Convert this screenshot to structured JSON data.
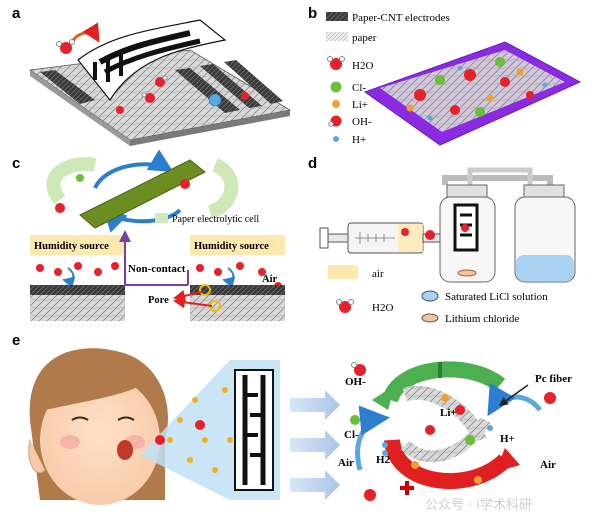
{
  "panels": {
    "a": {
      "letter": "a"
    },
    "b": {
      "letter": "b",
      "legend": [
        {
          "label": "Paper-CNT electrodes",
          "icon": "cnt-electrode"
        },
        {
          "label": "paper",
          "icon": "paper"
        },
        {
          "label": "H2O",
          "icon": "water-molecule"
        },
        {
          "label": "Cl-",
          "icon": "chloride-ion",
          "color": "#6abf3a"
        },
        {
          "label": "Li+",
          "icon": "lithium-ion",
          "color": "#f0a030"
        },
        {
          "label": "OH-",
          "icon": "hydroxide-ion"
        },
        {
          "label": "H+",
          "icon": "proton",
          "color": "#5aa8e0"
        }
      ],
      "substrate_color": "#8a2be2"
    },
    "c": {
      "letter": "c",
      "label_cell": "Paper electrolytic cell",
      "label_source_left": "Humidity source",
      "label_source_right": "Humidity source",
      "label_noncontact": "Non-contact",
      "label_air": "Air",
      "label_pore": "Pore"
    },
    "d": {
      "letter": "d",
      "legend": [
        {
          "label": "air",
          "icon": "air-swatch"
        },
        {
          "label": "H2O",
          "icon": "water-molecule"
        },
        {
          "label": "Saturated LiCl solution",
          "icon": "licl-solution"
        },
        {
          "label": "Lithium chloride",
          "icon": "licl-solid"
        }
      ]
    },
    "e": {
      "letter": "e",
      "labels": {
        "oh": "OH-",
        "cl": "Cl-",
        "air_left": "Air",
        "h2": "H2",
        "li": "Li+",
        "hplus": "H+",
        "pc_fiber": "Pc fiber",
        "air_right": "Air"
      }
    }
  },
  "watermark": "公众号 · i学术科研",
  "colors": {
    "water_red": "#e8202a",
    "humidity": "#fde9b0",
    "green_arrow": "#4caf50",
    "red_arrow": "#e02020",
    "blue_arrow": "#4a90d9"
  }
}
